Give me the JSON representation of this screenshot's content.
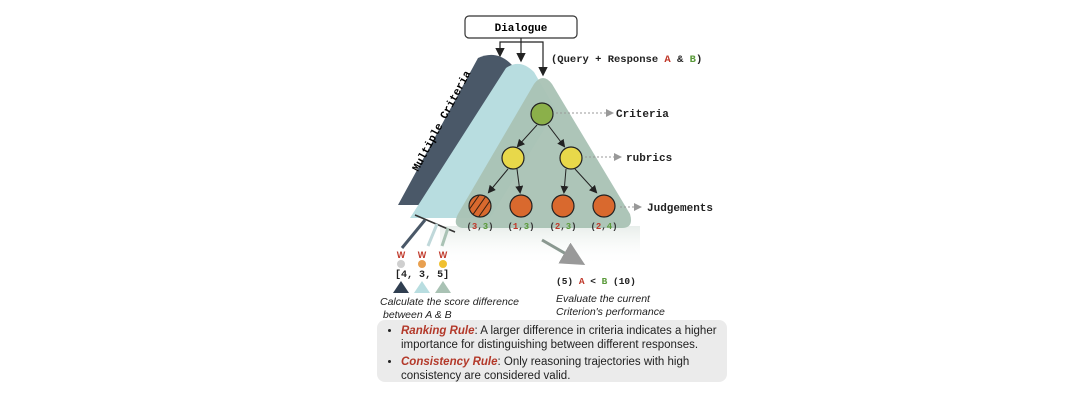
{
  "dialogue_label": "Dialogue",
  "input_label": {
    "prefix": "(Query + Response ",
    "a": "A",
    "amp": " & ",
    "b": "B",
    "suffix": ")"
  },
  "multiple_criteria_label": "Multiple Criteria",
  "levels": {
    "criteria": "Criteria",
    "rubrics": "rubrics",
    "judgements": "Judgements"
  },
  "judgements": [
    {
      "a": "3",
      "b": "3",
      "hatched": true
    },
    {
      "a": "1",
      "b": "3",
      "hatched": false
    },
    {
      "a": "2",
      "b": "3",
      "hatched": false
    },
    {
      "a": "2",
      "b": "4",
      "hatched": false
    }
  ],
  "weights": {
    "label": "W",
    "values": [
      "4",
      "3",
      "5"
    ]
  },
  "score_result": {
    "a_score": "(5)",
    "a": "A",
    "op": "<",
    "b": "B",
    "b_score": "(10)"
  },
  "captions": {
    "left": [
      "Calculate the score difference",
      "between A & B"
    ],
    "right": [
      "Evaluate the current",
      "Criterion's performance"
    ]
  },
  "rules": [
    {
      "name": "Ranking Rule",
      "text": ": A larger difference in criteria indicates a higher importance for distinguishing between different responses."
    },
    {
      "name": "Consistency Rule",
      "text": ": Only reasoning trajectories with high consistency are considered valid."
    }
  ],
  "colors": {
    "a": "#c0392b",
    "b": "#5a9a3a",
    "dark_triangle": "#4a5868",
    "light_triangle": "#b8dde0",
    "main_triangle": "#a9c2b4",
    "criteria_node": "#8bb04a",
    "rubric_node": "#e8d84a",
    "judgement_node": "#d9692e"
  }
}
